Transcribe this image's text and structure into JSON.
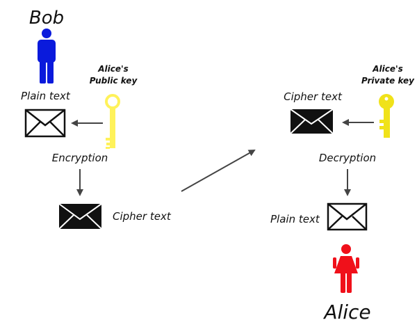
{
  "colors": {
    "bob": "#0a1adc",
    "alice": "#f0101a",
    "public_key": "#fff25a",
    "private_key": "#f0e21a",
    "arrow": "#444444",
    "ink": "#111111"
  },
  "bob": {
    "name": "Bob",
    "plain_text_label": "Plain text",
    "public_key_label": [
      "Alice's",
      "Public key"
    ],
    "encryption_label": "Encryption",
    "cipher_text_label": "Cipher text"
  },
  "alice": {
    "name": "Alice",
    "cipher_text_label": "Cipher text",
    "private_key_label": [
      "Alice's",
      "Private key"
    ],
    "decryption_label": "Decryption",
    "plain_text_label": "Plain text"
  },
  "icons": {
    "bob_figure": "male-person-icon",
    "alice_figure": "female-person-icon",
    "public_key": "key-outline-icon",
    "private_key": "key-solid-icon",
    "envelope_plain": "envelope-outline-icon",
    "envelope_cipher": "envelope-solid-icon"
  }
}
